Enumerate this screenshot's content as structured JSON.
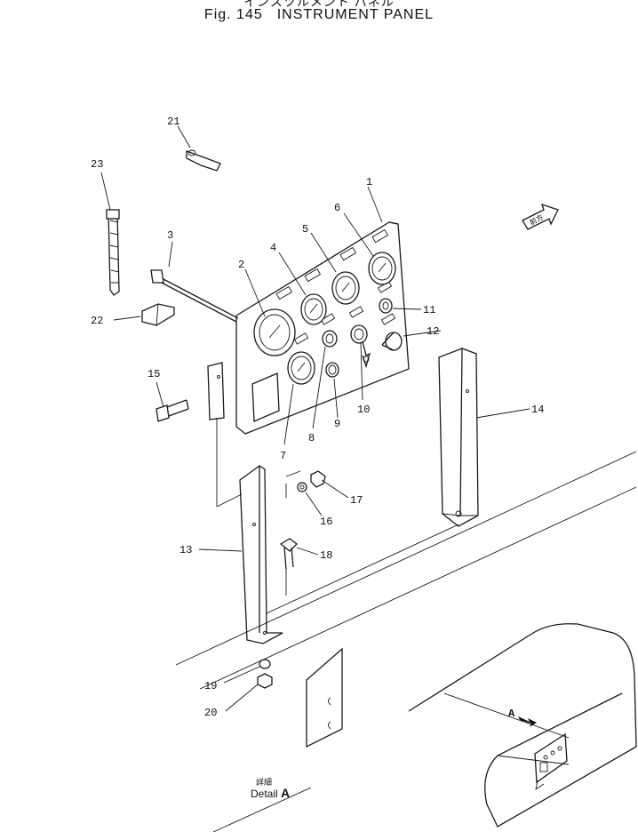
{
  "header": {
    "japanese_title": "インスツルメント パネル",
    "fig_label": "Fig. 145",
    "fig_title": "INSTRUMENT PANEL"
  },
  "callouts": [
    {
      "id": "c1",
      "text": "1"
    },
    {
      "id": "c2",
      "text": "2"
    },
    {
      "id": "c3",
      "text": "3"
    },
    {
      "id": "c4",
      "text": "4"
    },
    {
      "id": "c5",
      "text": "5"
    },
    {
      "id": "c6",
      "text": "6"
    },
    {
      "id": "c7",
      "text": "7"
    },
    {
      "id": "c8",
      "text": "8"
    },
    {
      "id": "c9",
      "text": "9"
    },
    {
      "id": "c10",
      "text": "10"
    },
    {
      "id": "c11",
      "text": "11"
    },
    {
      "id": "c12",
      "text": "12"
    },
    {
      "id": "c13",
      "text": "13"
    },
    {
      "id": "c14",
      "text": "14"
    },
    {
      "id": "c15",
      "text": "15"
    },
    {
      "id": "c16",
      "text": "16"
    },
    {
      "id": "c17",
      "text": "17"
    },
    {
      "id": "c18",
      "text": "18"
    },
    {
      "id": "c19",
      "text": "19"
    },
    {
      "id": "c20",
      "text": "20"
    },
    {
      "id": "c21",
      "text": "21"
    },
    {
      "id": "c22",
      "text": "22"
    },
    {
      "id": "c23",
      "text": "23"
    }
  ],
  "detail": {
    "jp": "詳細",
    "label": "Detail",
    "letter": "A"
  },
  "arrows": {
    "view_arrow_label": "A",
    "direction_tag": "前方"
  }
}
